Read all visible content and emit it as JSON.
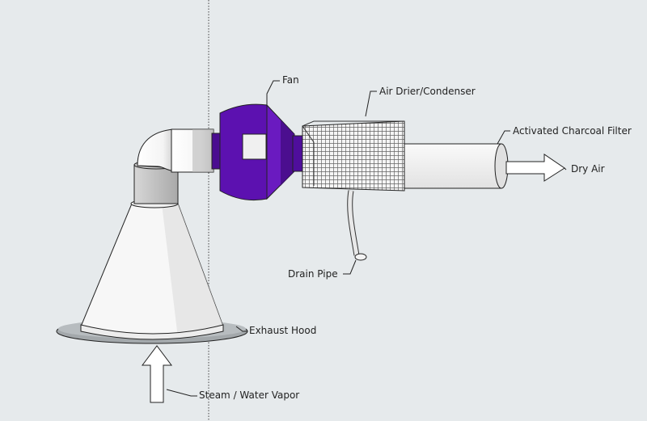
{
  "labels": {
    "fan": "Fan",
    "air_drier": "Air Drier/Condenser",
    "charcoal_filter": "Activated Charcoal Filter",
    "dry_air": "Dry Air",
    "drain_pipe": "Drain Pipe",
    "exhaust_hood": "Exhaust Hood",
    "steam": "Steam / Water Vapor"
  },
  "colors": {
    "background": "#e6eaec",
    "fan_purple": "#5c11b0",
    "fan_purple_dark": "#3e0a7a",
    "pipe_white": "#f7f7f7",
    "pipe_grey": "#bcbcbc",
    "hood_rim": "#a3a8ab"
  }
}
